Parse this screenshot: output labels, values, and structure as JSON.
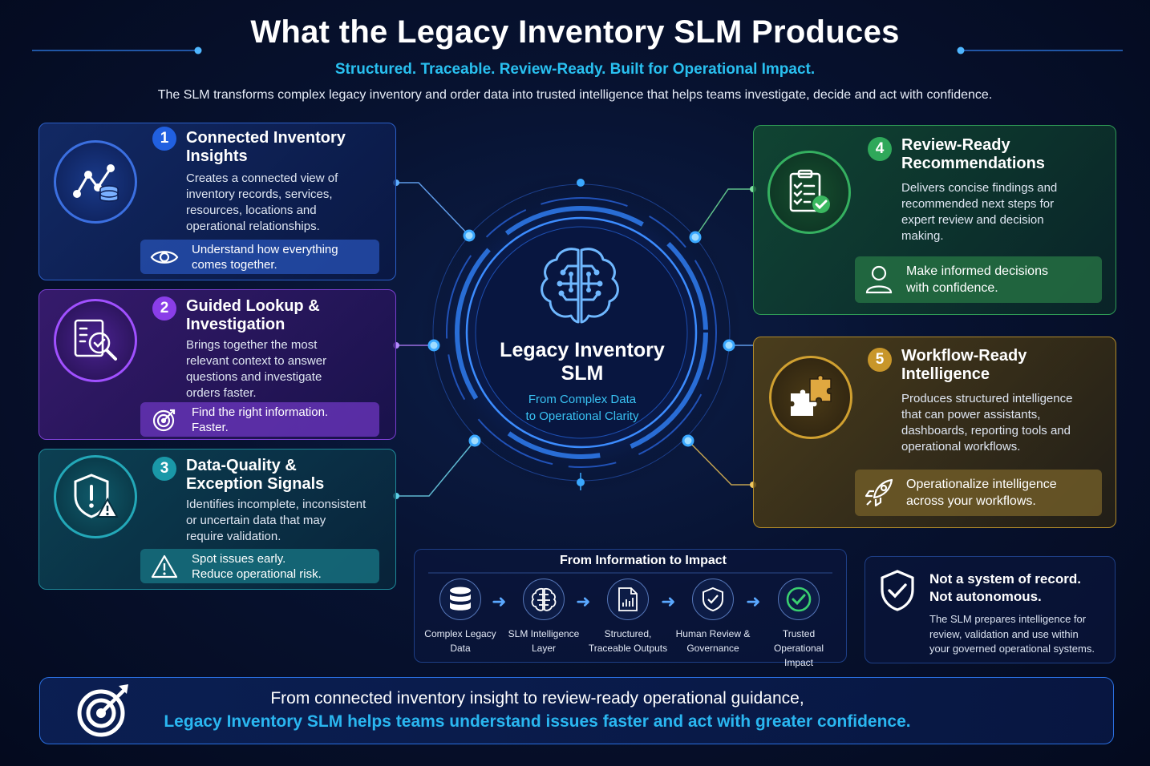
{
  "header": {
    "title": "What the Legacy Inventory SLM Produces",
    "subtitle": "Structured. Traceable. Review-Ready. Built for Operational Impact.",
    "description": "The SLM transforms complex legacy inventory and order data into trusted intelligence that helps teams investigate, decide and act with confidence."
  },
  "colors": {
    "card1": "#2b5fc7",
    "card2": "#7a3fd0",
    "card3": "#1f8a9a",
    "card4": "#2e9a55",
    "card5": "#b08a2a",
    "accent": "#29c0f0"
  },
  "cards": [
    {
      "number": "1",
      "title_line1": "Connected Inventory",
      "title_line2": "Insights",
      "text": [
        "Creates a connected view of",
        "inventory records, services,",
        "resources, locations and",
        "operational relationships."
      ],
      "pill": [
        "Understand how everything",
        "comes together."
      ],
      "icon": "network-database-icon",
      "pill_icon": "eye-icon"
    },
    {
      "number": "2",
      "title_line1": "Guided Lookup &",
      "title_line2": "Investigation",
      "text": [
        "Brings together the most",
        "relevant context to answer",
        "questions and investigate",
        "orders faster."
      ],
      "pill": [
        "Find the right information.",
        "Faster."
      ],
      "icon": "document-search-icon",
      "pill_icon": "target-icon"
    },
    {
      "number": "3",
      "title_line1": "Data-Quality &",
      "title_line2": "Exception Signals",
      "text": [
        "Identifies incomplete, inconsistent",
        "or uncertain data that may",
        "require validation."
      ],
      "pill": [
        "Spot issues early.",
        "Reduce operational risk."
      ],
      "icon": "shield-warning-icon",
      "pill_icon": "warning-icon"
    },
    {
      "number": "4",
      "title_line1": "Review-Ready",
      "title_line2": "Recommendations",
      "text": [
        "Delivers concise findings and",
        "recommended next steps for",
        "expert review and decision",
        "making."
      ],
      "pill": [
        "Make informed decisions",
        "with confidence."
      ],
      "icon": "clipboard-check-icon",
      "pill_icon": "user-icon"
    },
    {
      "number": "5",
      "title_line1": "Workflow-Ready",
      "title_line2": "Intelligence",
      "text": [
        "Produces structured intelligence",
        "that can power assistants,",
        "dashboards, reporting tools and",
        "operational workflows."
      ],
      "pill": [
        "Operationalize intelligence",
        "across your workflows."
      ],
      "icon": "puzzle-icon",
      "pill_icon": "rocket-icon"
    }
  ],
  "center": {
    "title_line1": "Legacy Inventory",
    "title_line2": "SLM",
    "sub_line1": "From Complex Data",
    "sub_line2": "to Operational Clarity",
    "icon": "brain-circuit-icon"
  },
  "flow": {
    "title": "From Information to Impact",
    "steps": [
      {
        "line1": "Complex Legacy",
        "line2": "Data",
        "icon": "database-icon"
      },
      {
        "line1": "SLM Intelligence",
        "line2": "Layer",
        "icon": "brain-icon"
      },
      {
        "line1": "Structured,",
        "line2": "Traceable Outputs",
        "icon": "report-icon"
      },
      {
        "line1": "Human Review &",
        "line2": "Governance",
        "icon": "shield-check-icon"
      },
      {
        "line1": "Trusted Operational",
        "line2": "Impact",
        "icon": "check-circle-icon"
      }
    ]
  },
  "notice": {
    "title_line1": "Not a system of record.",
    "title_line2": "Not autonomous.",
    "text": [
      "The SLM prepares intelligence for",
      "review, validation and use within",
      "your governed operational systems."
    ],
    "icon": "shield-check-icon"
  },
  "banner": {
    "line1": "From connected inventory insight to review-ready operational guidance,",
    "line2": "Legacy Inventory SLM helps teams understand issues faster and act with greater confidence.",
    "icon": "target-arrow-icon"
  }
}
